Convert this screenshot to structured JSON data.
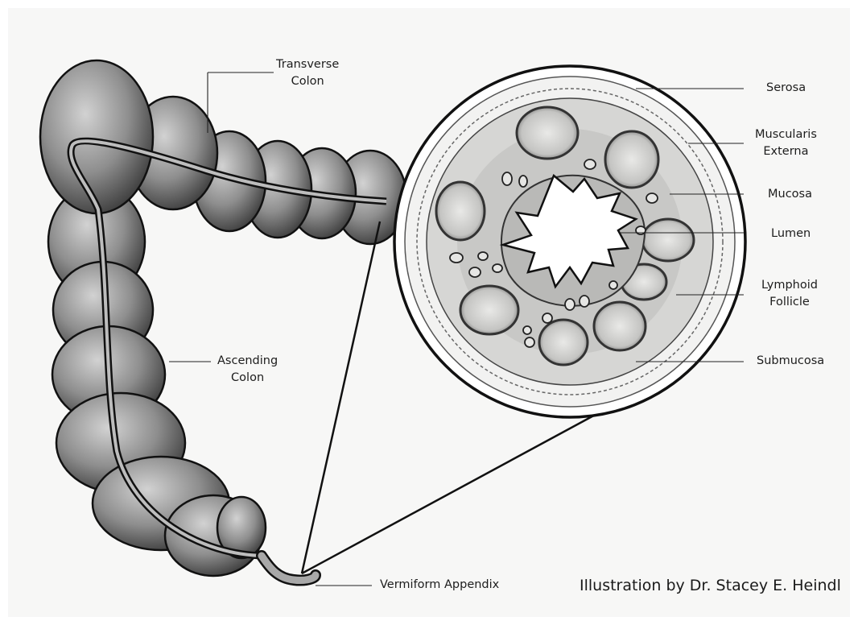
{
  "labels": {
    "transverse_colon": [
      "Transverse",
      "Colon"
    ],
    "ascending_colon": [
      "Ascending",
      "Colon"
    ],
    "vermiform_appendix": "Vermiform Appendix",
    "serosa": "Serosa",
    "muscularis_externa": [
      "Muscularis",
      "Externa"
    ],
    "mucosa": "Mucosa",
    "lumen": "Lumen",
    "lymphoid_follicle": [
      "Lymphoid",
      "Follicle"
    ],
    "submucosa": "Submucosa"
  },
  "credit": "Illustration by Dr. Stacey E. Heindl",
  "colors": {
    "ink": "#111111",
    "colon_fill": "#9b9b9b",
    "paper": "#f7f7f6",
    "tissue": "#d6d6d4"
  }
}
